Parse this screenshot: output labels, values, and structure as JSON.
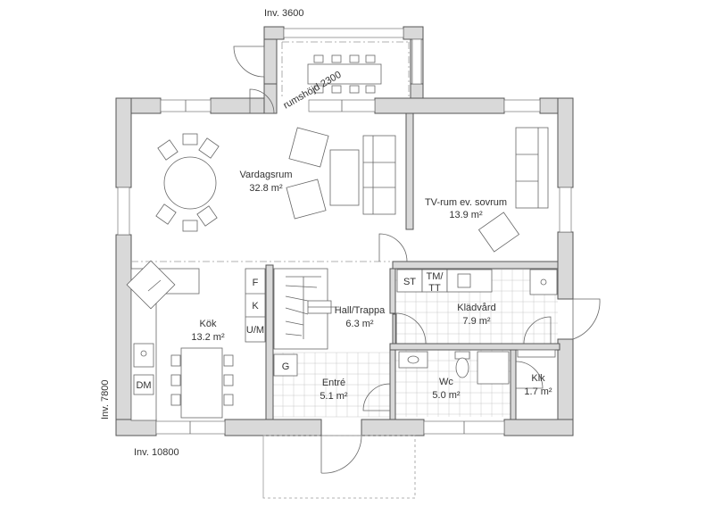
{
  "dimensions": {
    "top_width": "Inv. 3600",
    "bottom_width": "Inv. 10800",
    "left_height": "Inv. 7800",
    "ceiling_height": "rumshöjd 2300"
  },
  "rooms": {
    "vardagsrum": {
      "name": "Vardagsrum",
      "area": "32.8 m²"
    },
    "tvrum": {
      "name": "TV-rum ev. sovrum",
      "area": "13.9 m²"
    },
    "kok": {
      "name": "Kök",
      "area": "13.2 m²"
    },
    "hall": {
      "name": "Hall/Trappa",
      "area": "6.3 m²"
    },
    "kladvard": {
      "name": "Klädvård",
      "area": "7.9 m²"
    },
    "entre": {
      "name": "Entré",
      "area": "5.1 m²"
    },
    "wc": {
      "name": "Wc",
      "area": "5.0 m²"
    },
    "klk": {
      "name": "Klk",
      "area": "1.7 m²"
    }
  },
  "fixtures": {
    "f": "F",
    "k": "K",
    "um": "U/M",
    "g": "G",
    "dm": "DM",
    "st": "ST",
    "tm_top": "TM/",
    "tm_bottom": "TT"
  }
}
